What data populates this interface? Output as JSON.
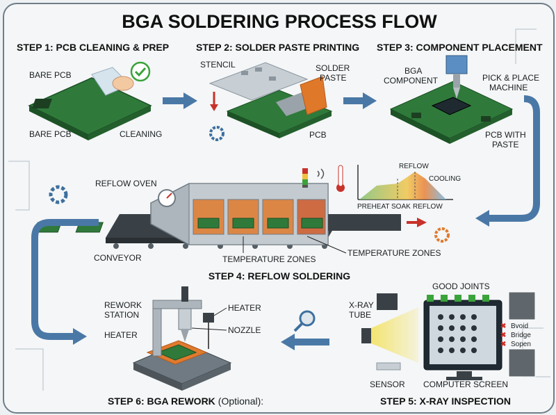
{
  "title": "BGA SOLDERING PROCESS FLOW",
  "steps": {
    "s1": "STEP 1: PCB CLEANING & PREP",
    "s2": "STEP 2: SOLDER PASTE PRINTING",
    "s3": "STEP 3: COMPONENT PLACEMENT",
    "s4": "STEP 4: REFLOW SOLDERING",
    "s5": "STEP 5: X-RAY INSPECTION",
    "s6_main": "STEP 6: BGA REWORK",
    "s6_opt": "(Optional):"
  },
  "labels": {
    "bare_pcb": "BARE PCB",
    "cleaning": "CLEANING",
    "stencil": "STENCIL",
    "solder": "SOLDER",
    "paste": "PASTE",
    "pcb": "PCB",
    "bga": "BGA",
    "component": "COMPONENT",
    "pick_place": "PICK & PLACE",
    "machine": "MACHINE",
    "pcb_with": "PCB WITH",
    "reflow_oven": "REFLOW OVEN",
    "conveyor": "CONVEYOR",
    "temperature_zones": "TEMPERATURE ZONES",
    "reflow": "REFLOW",
    "cooling": "COOLING",
    "preheat": "PREHEAT",
    "soak": "SOAK",
    "good_joints": "GOOD JOINTS",
    "xray": "X-RAY",
    "tube": "TUBE",
    "sensor": "SENSOR",
    "computer_screen": "COMPUTER SCREEN",
    "void": "Bvoid",
    "bridge": "Bridge",
    "open": "Sopen",
    "rework": "REWORK",
    "station": "STATION",
    "heater": "HEATER",
    "nozzle": "NOZZLE"
  },
  "colors": {
    "pcb_green": "#2f7a3a",
    "arrow_blue": "#4a78a6",
    "oven_orange": "#e07a2e",
    "check_green": "#3aa33a",
    "defect_red": "#c8322a"
  }
}
